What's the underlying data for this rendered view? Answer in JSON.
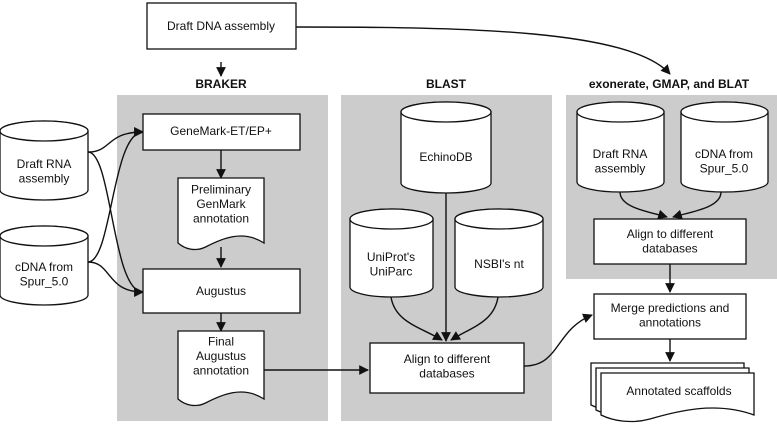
{
  "panels": {
    "braker": "BRAKER",
    "blast": "BLAST",
    "exonerate": "exonerate, GMAP, and BLAT"
  },
  "nodes": {
    "draft_dna": [
      "Draft DNA assembly"
    ],
    "draft_rna_left": [
      "Draft RNA",
      "assembly"
    ],
    "cdna_left": [
      "cDNA from",
      "Spur_5.0"
    ],
    "genemark": [
      "GeneMark-ET/EP+"
    ],
    "prelim_annotation": [
      "Preliminary",
      "GenMark",
      "annotation"
    ],
    "augustus": [
      "Augustus"
    ],
    "final_annotation": [
      "Final",
      "Augustus",
      "annotation"
    ],
    "echinodb": [
      "EchinoDB"
    ],
    "uniparc": [
      "UniProt's",
      "UniParc"
    ],
    "nsbi_nt": [
      "NSBI's nt"
    ],
    "align_blast": [
      "Align to different",
      "databases"
    ],
    "draft_rna_right": [
      "Draft RNA",
      "assembly"
    ],
    "cdna_right": [
      "cDNA from",
      "Spur_5.0"
    ],
    "align_right": [
      "Align to different",
      "databases"
    ],
    "merge": [
      "Merge predictions and",
      "annotations"
    ],
    "annotated_scaffolds": [
      "Annotated scaffolds"
    ]
  }
}
